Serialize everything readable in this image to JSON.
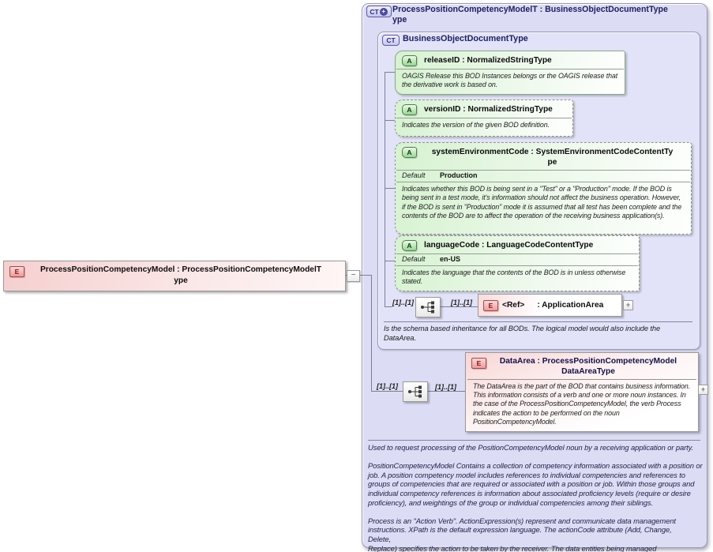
{
  "colors": {
    "panel_bg": "#dcdcf4",
    "inner_box_bg": "#e2e2f8",
    "attribute_green": "#d6f2d0",
    "element_pink": "#f6cfcf",
    "title_navy": "#202065",
    "connector_line": "#7e7e99"
  },
  "left_element": {
    "icon": "E",
    "title": "ProcessPositionCompetencyModel : ProcessPositionCompetencyModelT\nype"
  },
  "connector": {
    "collapse": "−"
  },
  "panel": {
    "icon": "CT",
    "icon_plus": "+",
    "title": "ProcessPositionCompetencyModelT : BusinessObjectDocumentType\nype",
    "footer": "Used to request processing of the PositionCompetencyModel noun by a receiving application or party.\n\nPositionCompetencyModel  Contains a collection of competency information associated with a position or job. A position competency model includes references to individual competencies and references to groups of competencies that are required or associated with a position or job. Within those groups and individual competency references is information about associated proficiency levels (require or desire proficiency), and weightings of the group or individual competencies among their siblings.\n\nProcess is an \"Action Verb\". ActionExpression(s) represent and communicate data management instructions. XPath is the default expression language. The actionCode attribute (Add, Change,\nDelete,\nReplace) specifies the action to be taken by the receiver. The data entities being managed\nare represented as elements of the PositionCompetencyModel noun in the BOD instance."
  },
  "bod": {
    "icon": "CT",
    "title": "BusinessObjectDocumentType",
    "footer": "Is the schema based inheritance for all BODs. The logical model would also include the\nDataArea.",
    "attributes": [
      {
        "icon": "A",
        "name": "releaseID : NormalizedStringType",
        "annotation": "OAGIS Release this BOD Instances belongs or the OAGIS release that the derivative work is based on."
      },
      {
        "icon": "A",
        "name": "versionID : NormalizedStringType",
        "annotation": "Indicates the version of the given BOD definition."
      },
      {
        "icon": "A",
        "name": "systemEnvironmentCode : SystemEnvironmentCodeContentTy\npe",
        "default_label": "Default",
        "default_value": "Production",
        "annotation": "Indicates whether this BOD is being sent in a \"Test\" or a \"Production\" mode. If the BOD is being sent in a test mode, it's information should not affect the business operation. However, if the BOD is sent in \"Production\" mode it is assumed that all test has been complete and the contents of the BOD are to affect the operation of the receiving business application(s)."
      },
      {
        "icon": "A",
        "name": "languageCode : LanguageCodeContentType",
        "default_label": "Default",
        "default_value": "en-US",
        "annotation": "Indicates the language that the contents of the BOD is in unless otherwise stated."
      }
    ]
  },
  "app_area": {
    "card_before": "[1]..[1]",
    "card_after": "[1]..[1]",
    "icon": "E",
    "ref": "<Ref>",
    "type": ": ApplicationArea",
    "expand": "+"
  },
  "data_area": {
    "card_before": "[1]..[1]",
    "card_after": "[1]..[1]",
    "icon": "E",
    "title": "DataArea : ProcessPositionCompetencyModel\nDataAreaType",
    "annotation": "The DataArea is the part of the BOD that contains business information. This information consists of a verb and one or more noun instances. In the case of the ProcessPositionCompetencyModel, the verb Process indicates the action to be performed on the noun PositionCompetencyModel.",
    "expand": "+"
  }
}
